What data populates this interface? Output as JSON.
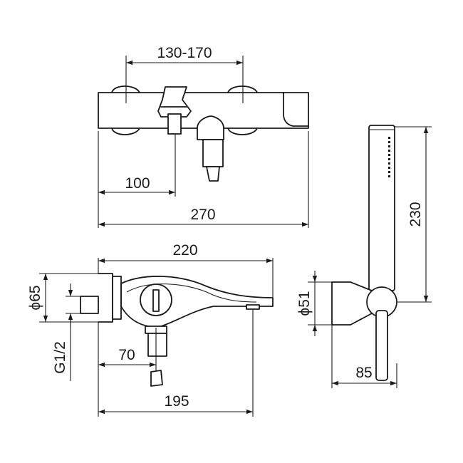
{
  "dimensions": {
    "center_distance": "130-170",
    "spout_offset": "100",
    "total_width": "270",
    "spout_length": "220",
    "plate_diameter": "ϕ65",
    "thread": "G1/2",
    "outlet_offset": "70",
    "projection": "195",
    "holder_diameter": "ϕ51",
    "handshower_length": "230",
    "holder_projection": "85"
  },
  "colors": {
    "line": "#1a1a1a",
    "background": "#ffffff"
  }
}
